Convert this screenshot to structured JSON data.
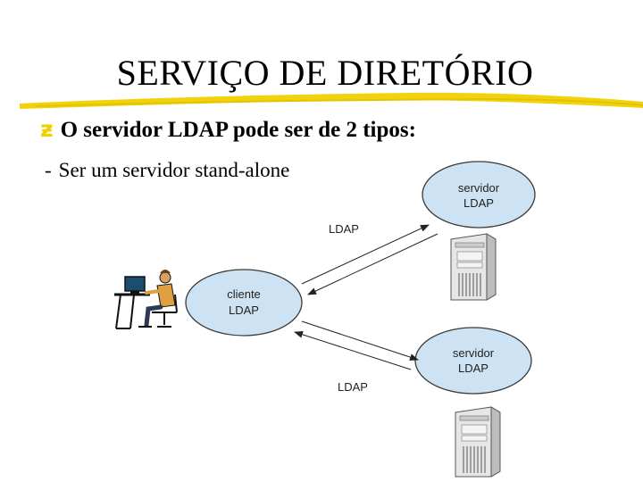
{
  "slide": {
    "title": "SERVIÇO DE DIRETÓRIO",
    "bullet_icon": "z-bullet-icon",
    "bullet_text": "O servidor LDAP pode ser de 2 tipos:",
    "sub_dash": "-",
    "sub_text": "Ser um servidor stand-alone"
  },
  "diagram": {
    "server_top": {
      "line1": "servidor",
      "line2": "LDAP"
    },
    "server_bottom": {
      "line1": "servidor",
      "line2": "LDAP"
    },
    "client": {
      "line1": "cliente",
      "line2": "LDAP"
    },
    "arrow_top_label": "LDAP",
    "arrow_bottom_label": "LDAP"
  },
  "colors": {
    "ellipse_fill": "#cde3f3",
    "ellipse_stroke": "#3a3a3a",
    "underline_yellow": "#f0d000",
    "bullet_yellow": "#f0d000"
  }
}
